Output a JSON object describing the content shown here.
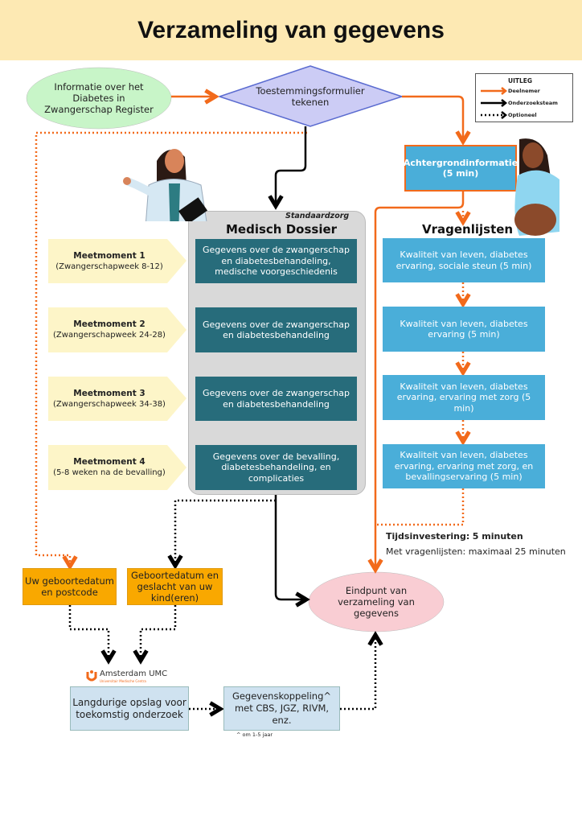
{
  "title": "Verzameling van gegevens",
  "start": "Informatie over het Diabetes in Zwangerschap Register",
  "consent": "Toestemmingsformulier tekenen",
  "legend": {
    "title": "UITLEG",
    "items": [
      {
        "label": "Deelnemer",
        "color": "#f26a1b",
        "style": "solid"
      },
      {
        "label": "Onderzoeksteam",
        "color": "#000000",
        "style": "solid"
      },
      {
        "label": "Optioneel",
        "color": "#000000",
        "style": "dotted"
      }
    ]
  },
  "background_info": {
    "label": "Achtergrondinformatie",
    "time": "(5 min)"
  },
  "medical": {
    "tag": "Standaardzorg",
    "title": "Medisch Dossier",
    "boxes": [
      "Gegevens over de zwangerschap en diabetesbehandeling, medische voorgeschiedenis",
      "Gegevens over de zwangerschap en diabetesbehandeling",
      "Gegevens over de zwangerschap en diabetesbehandeling",
      "Gegevens over de bevalling, diabetesbehandeling, en complicaties"
    ]
  },
  "moments": [
    {
      "name": "Meetmoment 1",
      "when": "(Zwangerschapweek 8-12)"
    },
    {
      "name": "Meetmoment 2",
      "when": "(Zwangerschapweek 24-28)"
    },
    {
      "name": "Meetmoment 3",
      "when": "(Zwangerschapweek 34-38)"
    },
    {
      "name": "Meetmoment 4",
      "when": "(5-8 weken na de bevalling)"
    }
  ],
  "questionnaires": {
    "title": "Vragenlijsten",
    "boxes": [
      "Kwaliteit van leven, diabetes ervaring, sociale steun (5 min)",
      "Kwaliteit van leven, diabetes ervaring (5 min)",
      "Kwaliteit van leven, diabetes ervaring, ervaring met zorg (5 min)",
      "Kwaliteit van leven, diabetes ervaring, ervaring met zorg, en bevallingservaring (5 min)"
    ]
  },
  "time": {
    "label": "Tijdsinvestering:",
    "value": "5 minuten",
    "line2": "Met vragenlijsten: maximaal 25 minuten"
  },
  "optional": [
    "Uw geboortedatum en postcode",
    "Geboortedatum en geslacht van uw kind(eren)"
  ],
  "endpoint": "Eindpunt van verzameling van gegevens",
  "logo": {
    "name": "Amsterdam UMC",
    "sub": "Universitair Medische Centra"
  },
  "storage": "Langdurige opslag voor toekomstig onderzoek",
  "linkage": "Gegevenskoppeling^ met CBS, JGZ, RIVM, enz.",
  "footnote": "^ om 1-5 jaar",
  "colors": {
    "header": "#fde9b3",
    "teal": "#276c7b",
    "blue": "#4aaed9",
    "orange": "#f26a1b",
    "yellow_box": "#f9a800"
  }
}
